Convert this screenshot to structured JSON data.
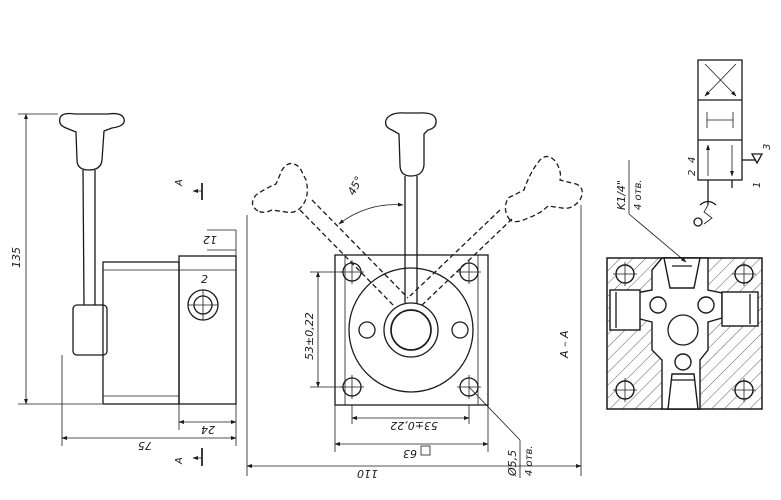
{
  "side_view": {
    "height": "135",
    "boss_offset": "12",
    "port_label": "2",
    "body_width": "24",
    "overall_depth": "75",
    "section_mark_top": "A",
    "section_mark_bottom": "A"
  },
  "front_view": {
    "lever_angle": "45°",
    "vertical_spacing": "53±0,22",
    "horizontal_spacing": "53±0,22",
    "square_size": "63",
    "hole_diameter": "Ø5,5",
    "hole_count": "4 отв.",
    "overall_width": "110"
  },
  "section_view": {
    "title": "A – A",
    "thread": "K1/4\"",
    "thread_count": "4 отв."
  },
  "schematic": {
    "port_a": "2",
    "port_b": "4",
    "port_p": "1",
    "port_r": "3"
  }
}
